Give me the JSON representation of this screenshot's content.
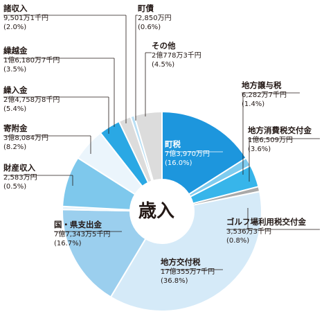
{
  "chart_data": {
    "type": "pie",
    "title": "歳入",
    "slices": [
      {
        "name": "町税",
        "amount": "7億3,970万円",
        "percent": "(16.0%)",
        "value": 16.0,
        "color": "#1d96dd"
      },
      {
        "name": "地方譲与税",
        "amount": "6,282万7千円",
        "percent": "(1.4%)",
        "value": 1.4,
        "color": "#7fccef"
      },
      {
        "name": "地方消費税交付金",
        "amount": "1億6,509万円",
        "percent": "(3.6%)",
        "value": 3.6,
        "color": "#37b5ea"
      },
      {
        "name": "ゴルフ場利用税交付金",
        "amount": "3,536万3千円",
        "percent": "(0.8%)",
        "value": 0.8,
        "color": "#a9a9a9"
      },
      {
        "name": "地方交付税",
        "amount": "17億355万7千円",
        "percent": "(36.8%)",
        "value": 36.8,
        "color": "#d5eaf8"
      },
      {
        "name": "国・県支出金",
        "amount": "7億7,343万5千円",
        "percent": "(16.7%)",
        "value": 16.7,
        "color": "#9bcfee"
      },
      {
        "name": "財産収入",
        "amount": "2,583万円",
        "percent": "(0.5%)",
        "value": 0.5,
        "color": "#e3f2fb"
      },
      {
        "name": "寄附金",
        "amount": "3億8,084万円",
        "percent": "(8.2%)",
        "value": 8.2,
        "color": "#7ec8ec"
      },
      {
        "name": "繰入金",
        "amount": "2億4,758万8千円",
        "percent": "(5.4%)",
        "value": 5.4,
        "color": "#ebf5fc"
      },
      {
        "name": "繰越金",
        "amount": "1億6,180万7千円",
        "percent": "(3.5%)",
        "value": 3.5,
        "color": "#2aa8e4"
      },
      {
        "name": "諸収入",
        "amount": "9,501万1千円",
        "percent": "(2.0%)",
        "value": 2.0,
        "color": "#dcdcdc"
      },
      {
        "name": "町債",
        "amount": "2,850万円",
        "percent": "(0.6%)",
        "value": 0.6,
        "color": "#b8dff5"
      },
      {
        "name": "その他",
        "amount": "2億778万3千円",
        "percent": "(4.5%)",
        "value": 4.5,
        "color": "#dcdcdc"
      }
    ]
  }
}
